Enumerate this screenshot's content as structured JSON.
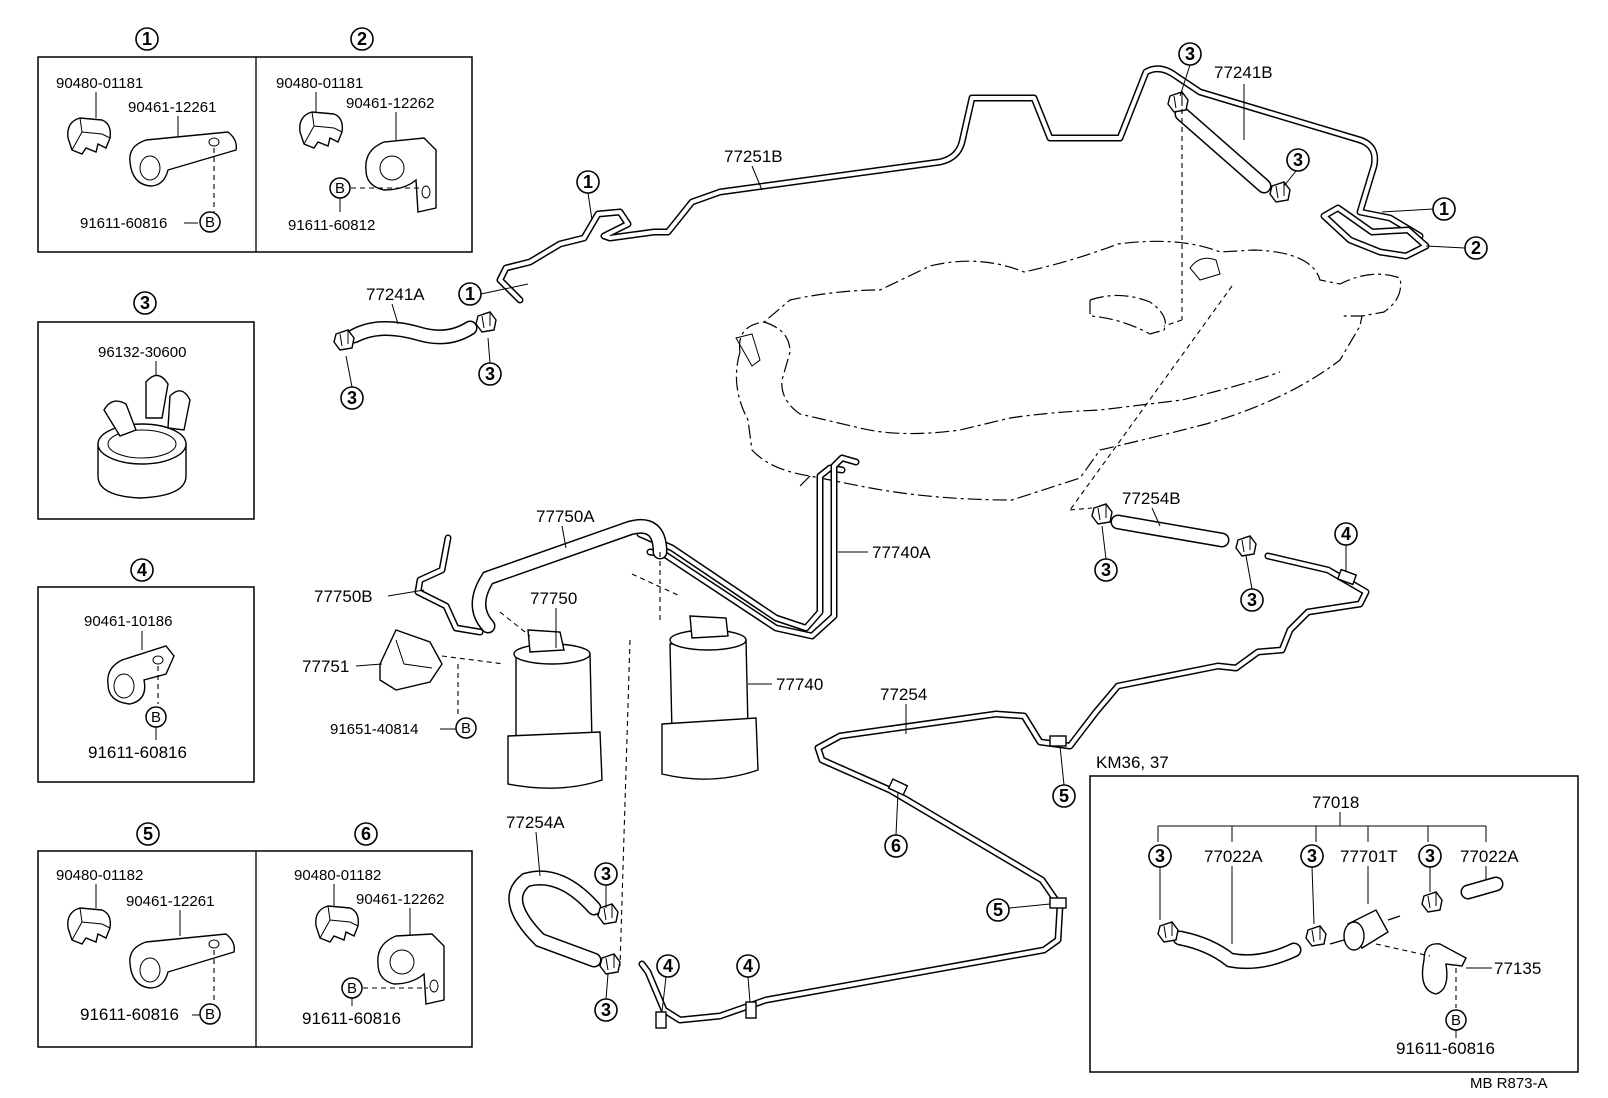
{
  "callouts": {
    "c1": "1",
    "c2": "2",
    "c3": "3",
    "c4": "4",
    "c5": "5",
    "c6": "6",
    "b": "B"
  },
  "inset_1": {
    "clamp": "90480-01181",
    "bracket": "90461-12261",
    "bolt": "91611-60816"
  },
  "inset_2": {
    "clamp": "90480-01181",
    "bracket": "90461-12262",
    "bolt": "91611-60812"
  },
  "inset_3": {
    "clip": "96132-30600"
  },
  "inset_4": {
    "bracket": "90461-10186",
    "bolt": "91611-60816"
  },
  "inset_5": {
    "clamp": "90480-01182",
    "bracket": "90461-12261",
    "bolt": "91611-60816"
  },
  "inset_6": {
    "clamp": "90480-01182",
    "bracket": "90461-12262",
    "bolt": "91611-60816"
  },
  "parts": {
    "p77251B": "77251B",
    "p77241A": "77241A",
    "p77241B": "77241B",
    "p77254B": "77254B",
    "p77750A": "77750A",
    "p77740A": "77740A",
    "p77750B": "77750B",
    "p77750": "77750",
    "p77751": "77751",
    "p91651": "91651-40814",
    "p77740": "77740",
    "p77254": "77254",
    "p77254A": "77254A"
  },
  "km_inset": {
    "title": "KM36, 37",
    "p77018": "77018",
    "p77022A_1": "77022A",
    "p77701T": "77701T",
    "p77022A_2": "77022A",
    "p77135": "77135",
    "bolt": "91611-60816"
  },
  "footer": {
    "code": "MB  R873-A"
  }
}
